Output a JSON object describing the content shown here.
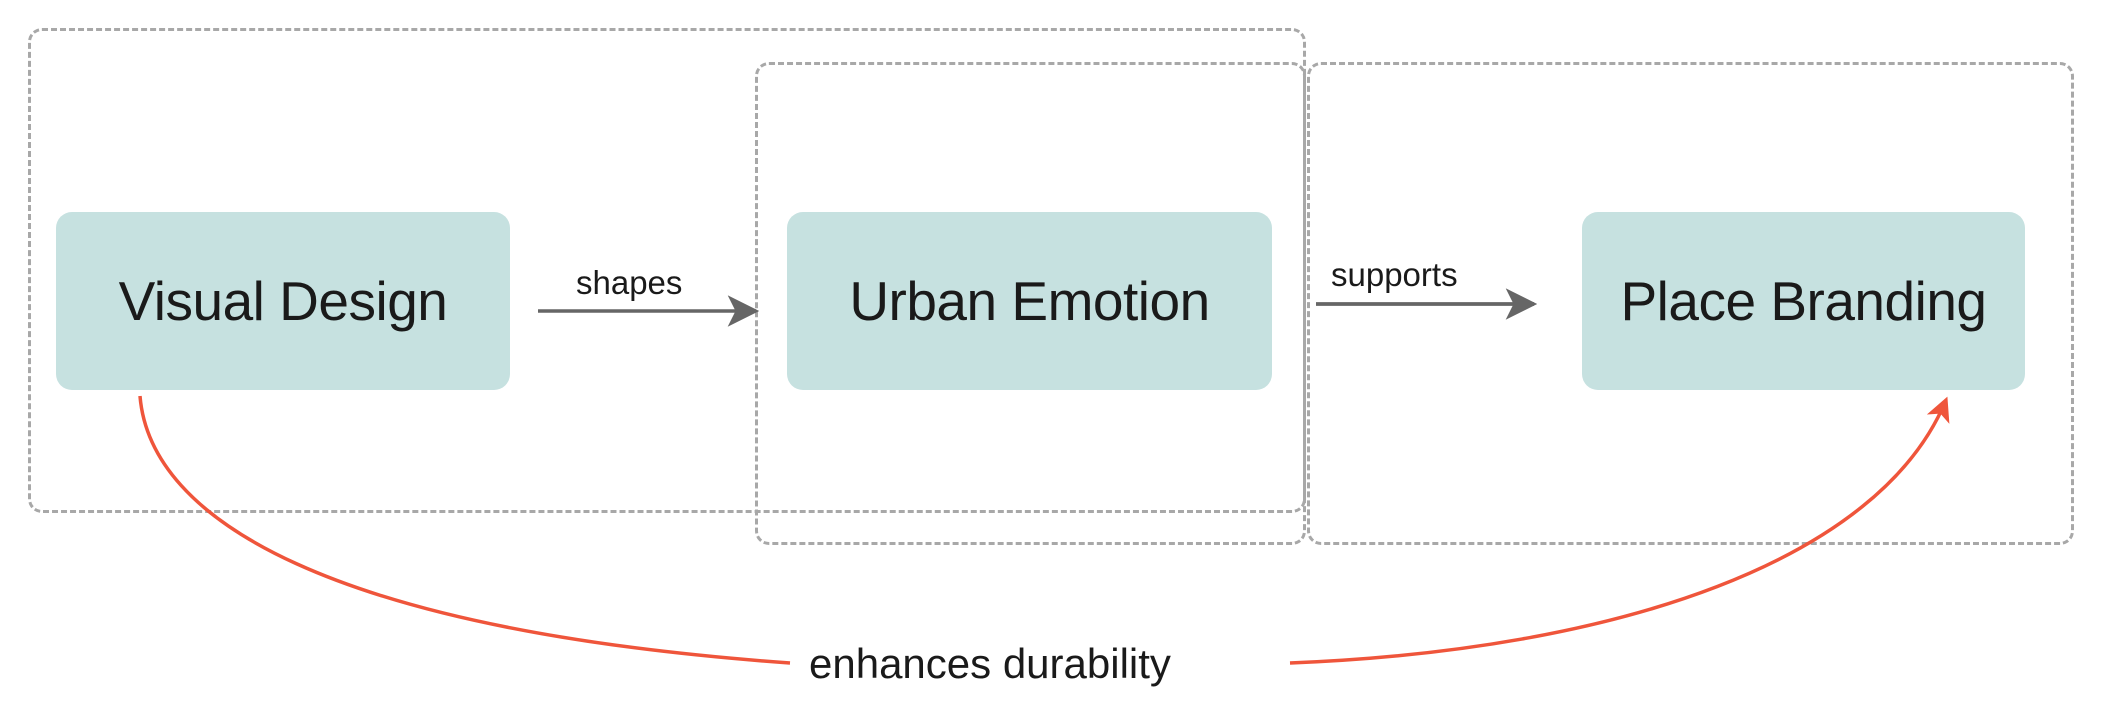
{
  "diagram": {
    "title": "Visual Design to Place Branding flow",
    "colors": {
      "node_fill": "#c6e1e0",
      "group_border": "#a8a8a8",
      "arrow_gray": "#666666",
      "arrow_red": "#ef553b",
      "text": "#1a1a1a",
      "background": "#ffffff"
    },
    "groups": [
      {
        "id": "group-1",
        "label": ""
      },
      {
        "id": "group-2",
        "label": ""
      },
      {
        "id": "group-3",
        "label": ""
      }
    ],
    "nodes": [
      {
        "id": "visual-design",
        "label": "Visual Design"
      },
      {
        "id": "urban-emotion",
        "label": "Urban Emotion"
      },
      {
        "id": "place-branding",
        "label": "Place Branding"
      }
    ],
    "edges": [
      {
        "id": "edge-shapes",
        "label": "shapes",
        "from": "visual-design",
        "to": "urban-emotion",
        "style": "straight-gray"
      },
      {
        "id": "edge-supports",
        "label": "supports",
        "from": "urban-emotion",
        "to": "place-branding",
        "style": "straight-gray"
      },
      {
        "id": "edge-enhances",
        "label": "enhances durability",
        "from": "visual-design",
        "to": "place-branding",
        "style": "curved-red"
      }
    ]
  }
}
